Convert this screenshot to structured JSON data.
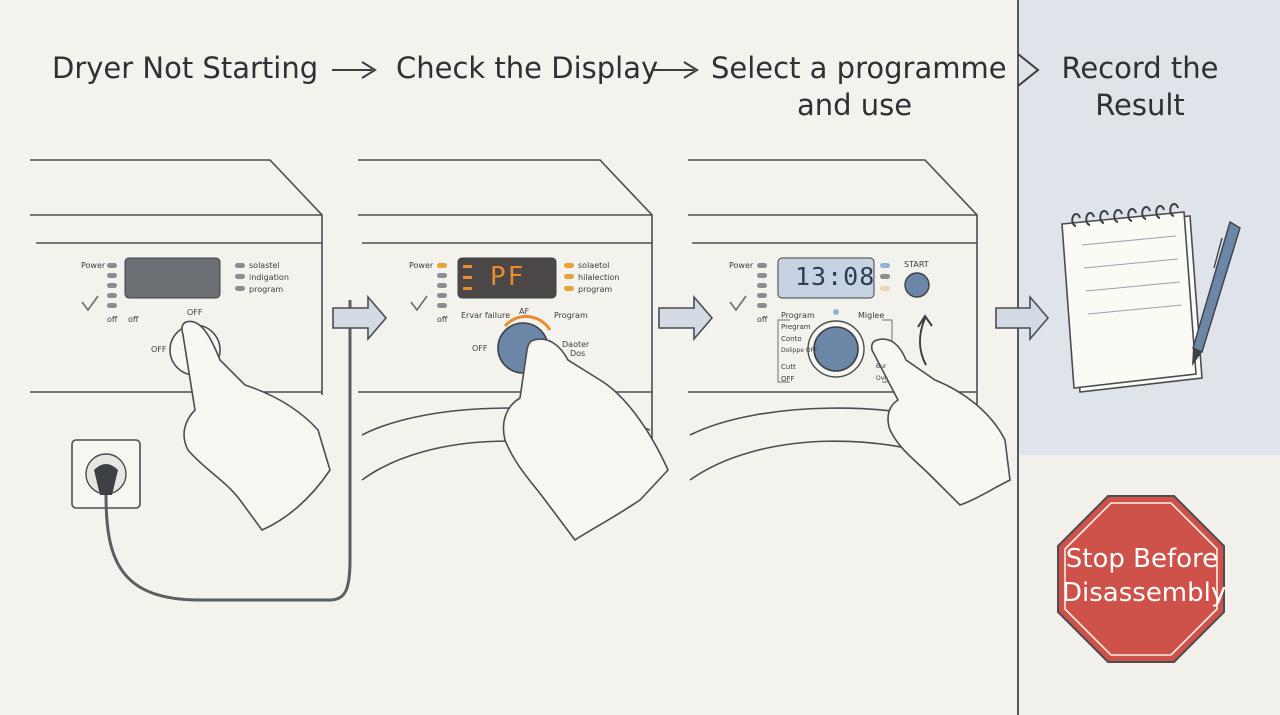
{
  "steps": [
    {
      "line1": "Dryer Not Starting",
      "line2": ""
    },
    {
      "line1": "Check the Display",
      "line2": ""
    },
    {
      "line1": "Select a programme",
      "line2": "and use"
    },
    {
      "line1": "Record the",
      "line2": "Result"
    }
  ],
  "stop_sign": {
    "line1": "Stop Before",
    "line2": "Disassembly",
    "color": "#cf524a"
  },
  "panel1": {
    "power": "Power",
    "indicators": [
      "solastel",
      "indigation",
      "program"
    ],
    "off_small_a": "off",
    "off_small_b": "off",
    "knob_off_top": "OFF",
    "knob_off_left": "OFF"
  },
  "panel2": {
    "power": "Power",
    "display": "PF",
    "indicators": [
      "solaetol",
      "hilalection",
      "program"
    ],
    "off_small": "off",
    "error_label": "Ervar failure",
    "af_label": "AF",
    "program_label": "Program",
    "knob_off": "OFF",
    "side_label_a": "Daoter",
    "side_label_b": "Dos"
  },
  "panel3": {
    "power": "Power",
    "display": "13:08",
    "start": "START",
    "off_small": "off",
    "program_label": "Program",
    "miglee_label": "Miglee",
    "dial_labels": [
      "Pregram",
      "Conto",
      "Dolippe OFF",
      "Cutt",
      "OFF"
    ],
    "right_small": [
      "Bur",
      "Ovr"
    ]
  },
  "colors": {
    "background": "#f3f2ec",
    "panel_blue": "#dfe3ea",
    "display_orange": "#e98b2e",
    "display_lcd": "#c7d3e3",
    "knob_blue": "#6c86a8",
    "arrow_fill": "#d2dae4"
  },
  "icons": [
    "check-icon",
    "plug-icon",
    "notepad-icon",
    "pen-icon",
    "arrow-right-icon",
    "hand-icon"
  ]
}
